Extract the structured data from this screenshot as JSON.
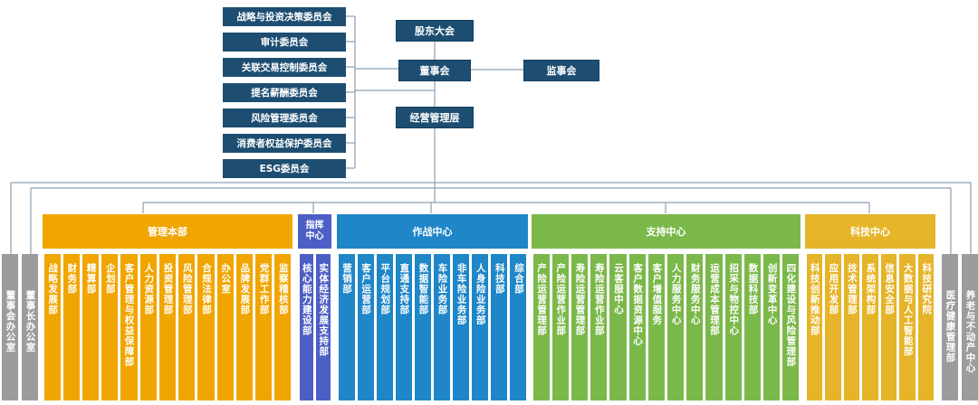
{
  "colors": {
    "navy": "#1d4e72",
    "gray": "#9c9c9c",
    "orange": "#f0a500",
    "indigo": "#4d5fc5",
    "blue": "#1f86c8",
    "green": "#7bb84a",
    "gold": "#e6b428",
    "line": "#8aa0b4"
  },
  "top": {
    "shareholders": "股东大会",
    "board": "董事会",
    "supervisory": "监事会",
    "management": "经营管理层"
  },
  "committees": [
    "战略与投资决策委员会",
    "审计委员会",
    "关联交易控制委员会",
    "提名薪酬委员会",
    "风险管理委员会",
    "消费者权益保护委员会",
    "ESG委员会"
  ],
  "groups": [
    {
      "name": "管理本部",
      "color": "#f0a500",
      "depts": [
        "战略发展部",
        "财务部",
        "精算部",
        "企划部",
        "客户管理与权益保障部",
        "人力资源部",
        "投资管理部",
        "风险管理部",
        "合规法律部",
        "办公室",
        "品牌发展部",
        "党群工作部",
        "监察稽核部"
      ]
    },
    {
      "name": "指挥中心",
      "color": "#4d5fc5",
      "depts": [
        "核心能力建设部",
        "实体经济发展支持部"
      ]
    },
    {
      "name": "作战中心",
      "color": "#1f86c8",
      "depts": [
        "营销部",
        "客户运营部",
        "平台规划部",
        "直通支持部",
        "数据智能部",
        "车险业务部",
        "非车险业务部",
        "人身险业务部",
        "科技部",
        "综合部"
      ]
    },
    {
      "name": "支持中心",
      "color": "#7bb84a",
      "depts": [
        "产险运营管理部",
        "产险运营作业部",
        "寿险运营管理部",
        "寿险运营作业部",
        "云客服中心",
        "客户数据资源中心",
        "客户增值服务",
        "人力服务中心",
        "财务服务中心",
        "运营成本管理部",
        "招采与物控中心",
        "数据科技部",
        "创新变革中心",
        "四化建设与风险管理部"
      ]
    },
    {
      "name": "科技中心",
      "color": "#e6b428",
      "depts": [
        "科技创新推动部",
        "应用开发部",
        "技术管理部",
        "系统架构部",
        "信息安全部",
        "大数据与人工智能部",
        "科技研究院"
      ]
    }
  ],
  "left_offices": [
    "董事会办公室",
    "董事长办公室"
  ],
  "right_offices": [
    "医疗健康管理部",
    "养老与不动产中心"
  ]
}
